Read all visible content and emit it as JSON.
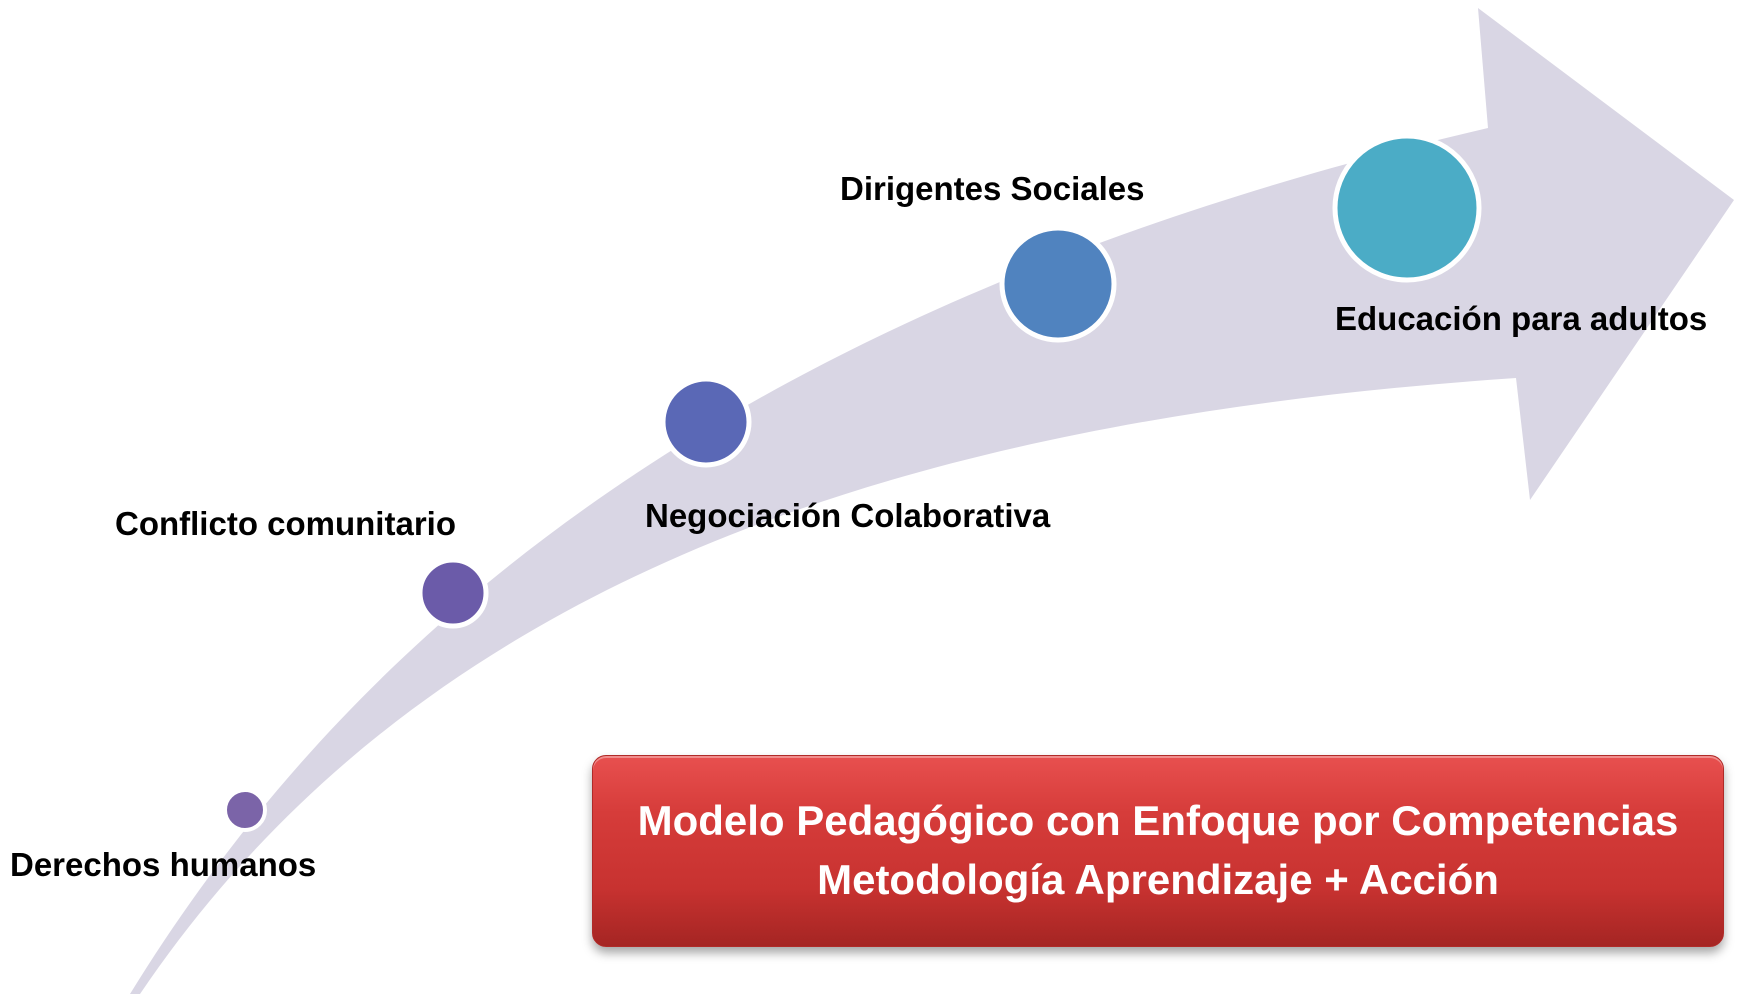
{
  "steps": [
    {
      "label": "Derechos humanos",
      "color": "#7b64a8"
    },
    {
      "label": "Conflicto comunitario",
      "color": "#6b5ba9"
    },
    {
      "label": "Negociación Colaborativa",
      "color": "#5a68b6"
    },
    {
      "label": "Dirigentes Sociales",
      "color": "#5083bf"
    },
    {
      "label": "Educación para adultos",
      "color": "#4bacc6"
    }
  ],
  "banner": {
    "line1": "Modelo Pedagógico con Enfoque por Competencias",
    "line2": "Metodología Aprendizaje + Acción",
    "color": "#d0393a"
  },
  "arrow_color": "#d9d6e4"
}
